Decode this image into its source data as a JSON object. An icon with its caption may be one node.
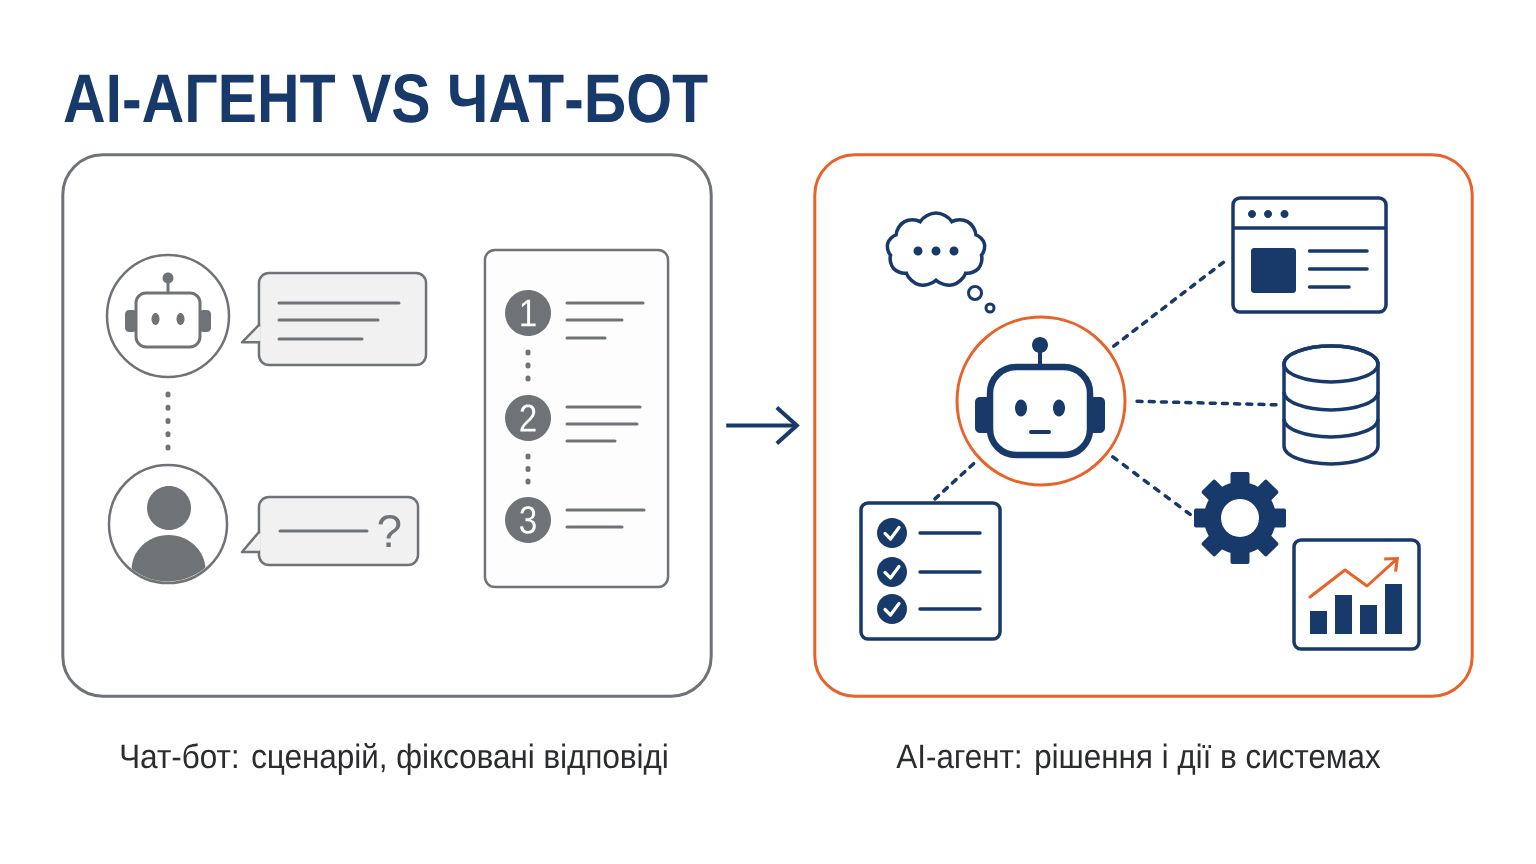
{
  "diagram": {
    "title": "AI-АГЕНТ VS ЧАТ-БОТ",
    "nodes": [
      {
        "text": [],
        "shape": "box",
        "beside": [
          "Чат-бот: сценарій, фіксовані відповіді"
        ]
      },
      {
        "text": [],
        "shape": "picture",
        "in": 0
      },
      {
        "text": [],
        "shape": "box",
        "in": 0
      },
      {
        "text": [],
        "shape": "person",
        "in": 0
      },
      {
        "text": [
          "?"
        ],
        "in": 0
      },
      {
        "text": [],
        "shape": "box",
        "in": 0
      },
      {
        "text": [
          "1"
        ],
        "in": 5
      },
      {
        "text": [
          "2"
        ],
        "in": 5
      },
      {
        "text": [
          "3"
        ],
        "in": 5
      },
      {
        "text": [],
        "shape": "box",
        "beside": [
          "AI-агент: рішення і дії в системах"
        ]
      },
      {
        "text": [],
        "shape": "cloud",
        "in": 9
      },
      {
        "text": [],
        "shape": "picture",
        "in": 9
      },
      {
        "text": [],
        "shape": "picture",
        "in": 9
      },
      {
        "text": [],
        "shape": "cylinder",
        "in": 9
      },
      {
        "text": [],
        "shape": "picture",
        "in": 9
      },
      {
        "text": [],
        "shape": "picture",
        "in": 9
      },
      {
        "text": [],
        "shape": "picture",
        "in": 9
      }
    ],
    "edges": [
      {
        "from": 0,
        "to": 9,
        "arrow": "to"
      },
      {
        "from": 1,
        "to": 3,
        "arrow": "none",
        "style": "dashed",
        "color": "#6f7377"
      },
      {
        "from": 6,
        "to": 7,
        "arrow": "none",
        "style": "dashed",
        "color": "#6f7377"
      },
      {
        "from": 7,
        "to": 8,
        "arrow": "none",
        "style": "dashed",
        "color": "#6f7377"
      },
      {
        "from": 11,
        "to": 12,
        "arrow": "none",
        "style": "dashed"
      },
      {
        "from": 11,
        "to": 13,
        "arrow": "none",
        "style": "dashed"
      },
      {
        "from": 11,
        "to": 14,
        "arrow": "none",
        "style": "dashed"
      },
      {
        "from": 11,
        "to": 15,
        "arrow": "none",
        "style": "dashed"
      }
    ]
  }
}
